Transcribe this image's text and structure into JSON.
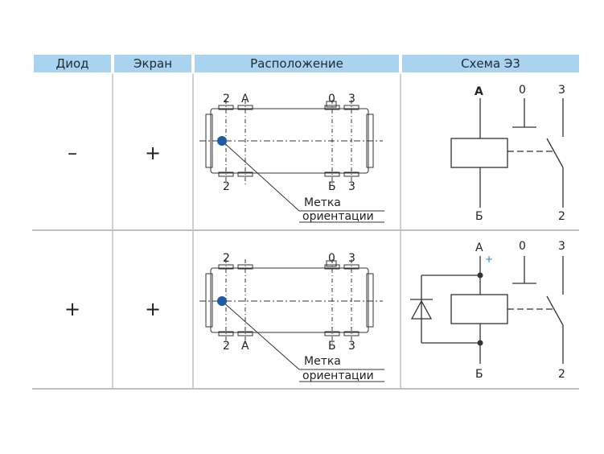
{
  "table": {
    "headers": [
      "Диод",
      "Экран",
      "Расположение",
      "Схема Э3"
    ],
    "rows": [
      {
        "diode": "–",
        "screen": "+",
        "layout": {
          "top_pins": [
            "2",
            "A",
            "0",
            "3"
          ],
          "bottom_pins": [
            "2",
            "Б",
            "3"
          ],
          "label_line1": "Метка",
          "label_line2": "ориентации"
        },
        "schema": {
          "coil_top": "A",
          "zero": "0",
          "three": "3",
          "coil_bottom": "Б",
          "two": "2"
        }
      },
      {
        "diode": "+",
        "screen": "+",
        "layout": {
          "top_pins": [
            "2",
            "0",
            "3"
          ],
          "bottom_pins": [
            "2",
            "A",
            "Б",
            "3"
          ],
          "label_line1": "Метка",
          "label_line2": "ориентации"
        },
        "schema": {
          "coil_top": "A",
          "plus": "+",
          "zero": "0",
          "three": "3",
          "coil_bottom": "Б",
          "two": "2"
        }
      }
    ]
  },
  "colors": {
    "header_bg": "#a9d3ee",
    "marker": "#1f5aa6",
    "plus_accent": "#2a7fc0"
  }
}
